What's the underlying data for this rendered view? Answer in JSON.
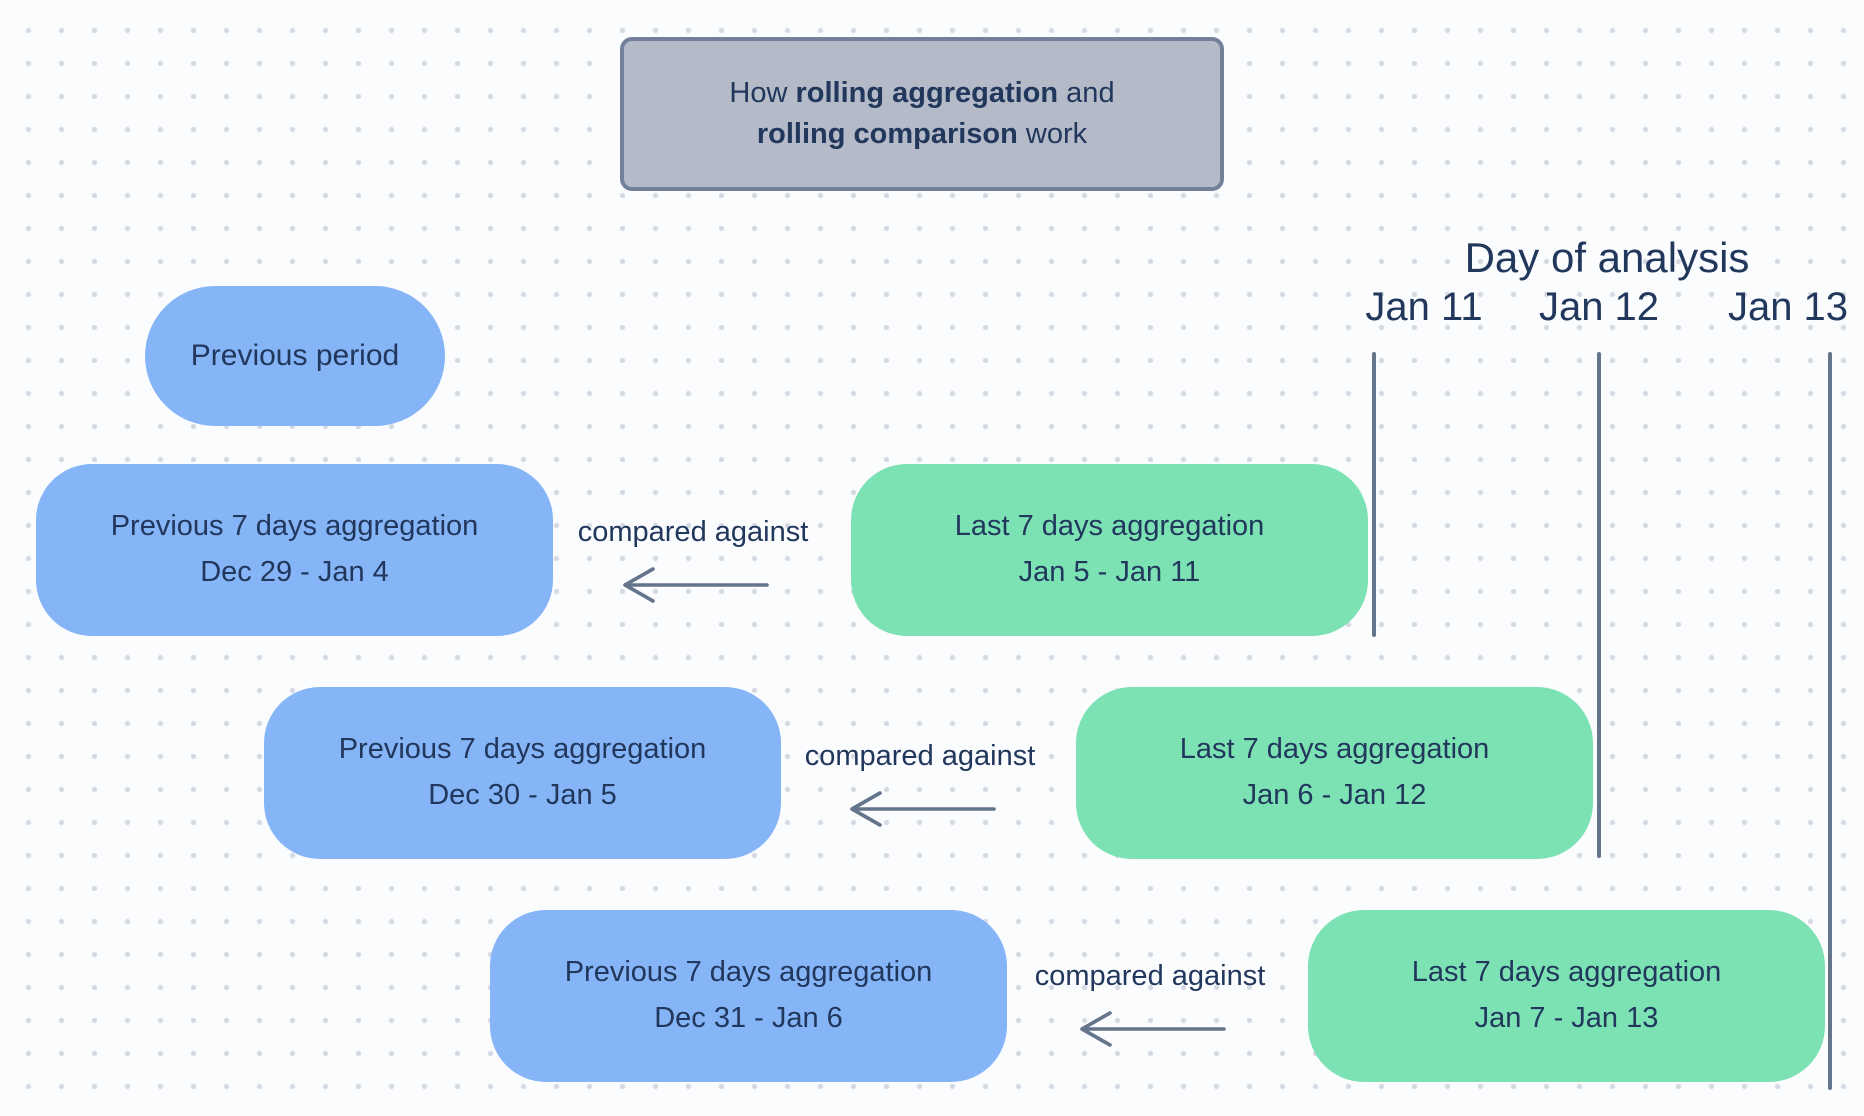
{
  "title": {
    "line1_pre": "How ",
    "line1_bold": "rolling aggregation",
    "line1_post": " and",
    "line2_bold": "rolling comparison",
    "line2_post": " work"
  },
  "day_of_analysis": {
    "label": "Day of analysis",
    "dates": [
      "Jan 11",
      "Jan 12",
      "Jan 13"
    ]
  },
  "legend": {
    "previous_period_label": "Previous period"
  },
  "rows": [
    {
      "previous": {
        "line1": "Previous 7 days aggregation",
        "line2": "Dec 29 - Jan 4"
      },
      "compare_label": "compared against",
      "last": {
        "line1": "Last 7 days aggregation",
        "line2": "Jan 5 - Jan 11"
      }
    },
    {
      "previous": {
        "line1": "Previous 7 days aggregation",
        "line2": "Dec 30 - Jan 5"
      },
      "compare_label": "compared against",
      "last": {
        "line1": "Last 7 days aggregation",
        "line2": "Jan 6 - Jan 12"
      }
    },
    {
      "previous": {
        "line1": "Previous 7 days aggregation",
        "line2": "Dec 31 - Jan 6"
      },
      "compare_label": "compared against",
      "last": {
        "line1": "Last 7 days aggregation",
        "line2": "Jan 7 - Jan 13"
      }
    }
  ],
  "colors": {
    "previous_fill": "#85b4f7",
    "last_fill": "#7ce2b4",
    "text_navy": "#21375c",
    "line_slate": "#64748b",
    "title_fill": "#b4bac7",
    "title_border": "#72809a"
  }
}
